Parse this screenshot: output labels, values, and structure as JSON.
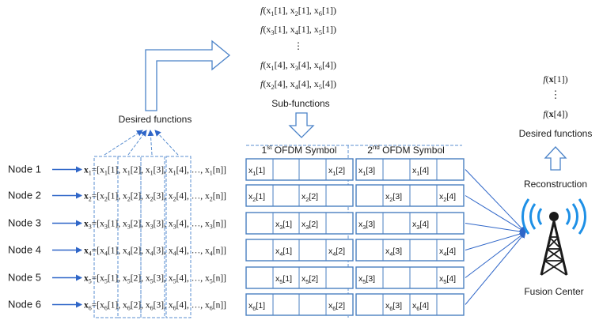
{
  "sub_functions": {
    "items": [
      {
        "f": "f",
        "args": [
          [
            "x",
            "1",
            "1"
          ],
          [
            "x",
            "2",
            "1"
          ],
          [
            "x",
            "6",
            "1"
          ]
        ]
      },
      {
        "f": "f",
        "args": [
          [
            "x",
            "3",
            "1"
          ],
          [
            "x",
            "4",
            "1"
          ],
          [
            "x",
            "5",
            "1"
          ]
        ]
      },
      {
        "dots": "⋮"
      },
      {
        "f": "f",
        "args": [
          [
            "x",
            "1",
            "4"
          ],
          [
            "x",
            "3",
            "4"
          ],
          [
            "x",
            "6",
            "4"
          ]
        ]
      },
      {
        "f": "f",
        "args": [
          [
            "x",
            "2",
            "4"
          ],
          [
            "x",
            "4",
            "4"
          ],
          [
            "x",
            "5",
            "4"
          ]
        ]
      }
    ],
    "label": "Sub-functions"
  },
  "left_label": "Desired functions",
  "right": {
    "f_top": "f(x[1])",
    "dots": "⋮",
    "f_bottom": "f(x[4])",
    "desired_label": "Desired functions",
    "reconstruction_label": "Reconstruction",
    "fusion_center_label": "Fusion Center"
  },
  "ofdm_headers": [
    {
      "num": "1",
      "sup": "st",
      "text": " OFDM Symbol"
    },
    {
      "num": "2",
      "sup": "nd",
      "text": " OFDM Symbol"
    }
  ],
  "nodes": [
    {
      "label": "Node 1",
      "idx": "1"
    },
    {
      "label": "Node 2",
      "idx": "2"
    },
    {
      "label": "Node 3",
      "idx": "3"
    },
    {
      "label": "Node 4",
      "idx": "4"
    },
    {
      "label": "Node 5",
      "idx": "5"
    },
    {
      "label": "Node 6",
      "idx": "6"
    }
  ],
  "grid": [
    [
      [
        "1",
        "1"
      ],
      null,
      null,
      [
        "1",
        "2"
      ],
      [
        "1",
        "3"
      ],
      null,
      [
        "1",
        "4"
      ],
      null
    ],
    [
      [
        "2",
        "1"
      ],
      null,
      [
        "2",
        "2"
      ],
      null,
      null,
      [
        "2",
        "3"
      ],
      null,
      [
        "2",
        "4"
      ]
    ],
    [
      null,
      [
        "3",
        "1"
      ],
      [
        "3",
        "2"
      ],
      null,
      [
        "3",
        "3"
      ],
      null,
      [
        "3",
        "4"
      ],
      null
    ],
    [
      null,
      [
        "4",
        "1"
      ],
      null,
      [
        "4",
        "2"
      ],
      null,
      [
        "4",
        "3"
      ],
      null,
      [
        "4",
        "4"
      ]
    ],
    [
      null,
      [
        "5",
        "1"
      ],
      [
        "5",
        "2"
      ],
      null,
      [
        "5",
        "3"
      ],
      null,
      null,
      [
        "5",
        "4"
      ]
    ],
    [
      [
        "6",
        "1"
      ],
      null,
      null,
      [
        "6",
        "2"
      ],
      null,
      [
        "6",
        "3"
      ],
      [
        "6",
        "4"
      ],
      null
    ]
  ],
  "colors": {
    "arrow_blue": "#2f66c8",
    "outline_blue": "#4a82c8",
    "grid_line": "#4a7fc0",
    "text": "#1a1a1a"
  }
}
